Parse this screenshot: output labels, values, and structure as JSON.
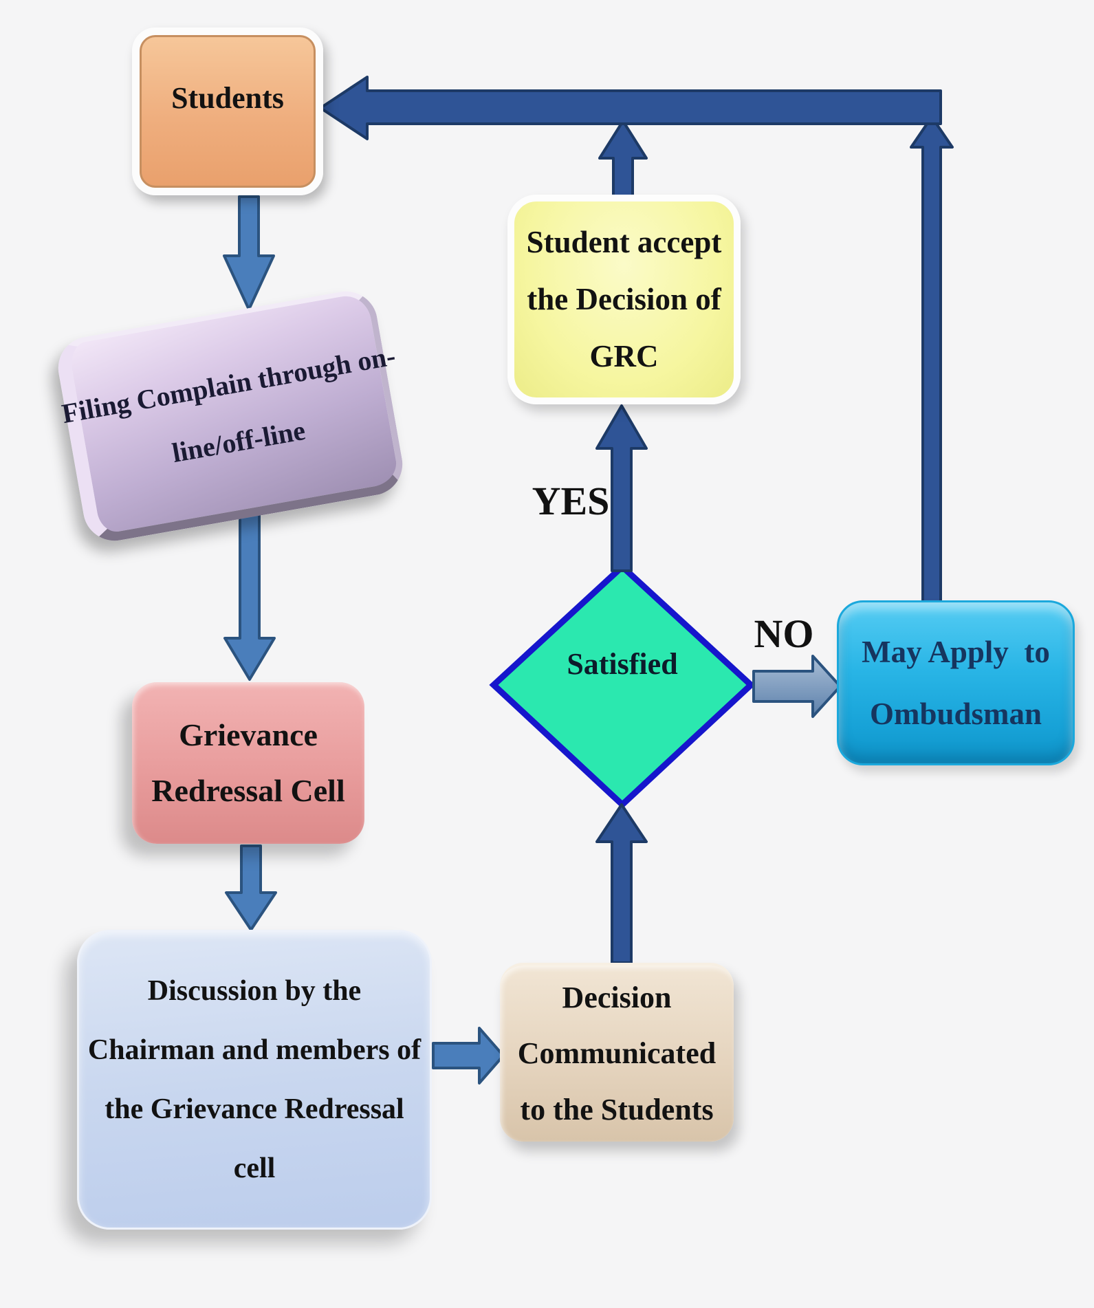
{
  "diagram": {
    "nodes": {
      "students": {
        "label": "Students"
      },
      "filing": {
        "lines": [
          "Filing Complain through on-",
          "line/off-line"
        ]
      },
      "grievance": {
        "lines": [
          "Grievance",
          "Redressal Cell"
        ]
      },
      "discussion": {
        "lines": [
          "Discussion by the",
          "Chairman and members of",
          "the Grievance Redressal",
          "cell"
        ]
      },
      "decision": {
        "lines": [
          "Decision",
          "Communicated",
          "to the Students"
        ]
      },
      "satisfied": {
        "label": "Satisfied"
      },
      "accept": {
        "lines": [
          "Student accept",
          "the Decision of",
          "GRC"
        ]
      },
      "ombudsman": {
        "lines": [
          "May Apply  to",
          "Ombudsman"
        ]
      }
    },
    "edges": {
      "yes_label": "YES",
      "no_label": "NO"
    },
    "colors": {
      "background": "#f5f5f6",
      "arrow_light": "#4a7ebb",
      "arrow_dark": "#2f5496",
      "students_fill": "#efae7e",
      "filing_fill": "#bfaed2",
      "grievance_fill": "#e89c9c",
      "discussion_fill": "#c9d7ef",
      "decision_fill": "#e5d4be",
      "accept_fill": "#f6f6a0",
      "satisfied_fill": "#2be8af",
      "satisfied_border": "#1616cc",
      "ombudsman_fill": "#29b5e6",
      "label_text": "#121212",
      "ombudsman_text": "#16355f"
    }
  }
}
